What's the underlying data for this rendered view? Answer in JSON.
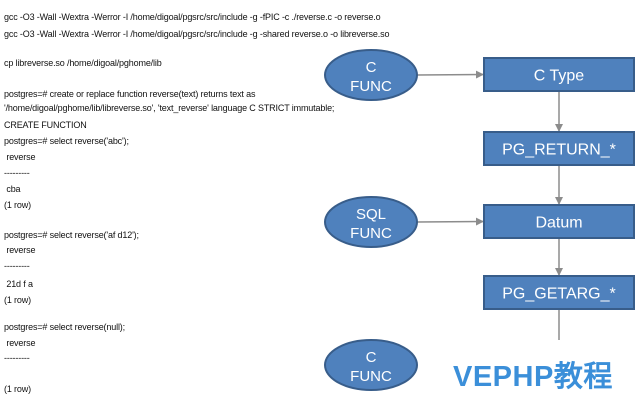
{
  "code": {
    "lines": [
      "gcc -O3 -Wall -Wextra -Werror -I /home/digoal/pgsrc/src/include -g -fPIC -c ./reverse.c -o reverse.o",
      "gcc -O3 -Wall -Wextra -Werror -I /home/digoal/pgsrc/src/include -g -shared reverse.o -o libreverse.so",
      "cp libreverse.so /home/digoal/pghome/lib",
      "postgres=# create or replace function reverse(text) returns text as",
      "'/home/digoal/pghome/lib/libreverse.so', 'text_reverse' language C STRICT immutable;",
      "CREATE FUNCTION",
      "postgres=# select reverse('abc');",
      " reverse",
      "---------",
      " cba",
      "(1 row)",
      "postgres=# select reverse('af d12');",
      " reverse",
      "---------",
      " 21d f a",
      "(1 row)",
      "postgres=# select reverse(null);",
      " reverse",
      "---------",
      "(1 row)"
    ]
  },
  "diagram": {
    "boxes": [
      {
        "label": "C Type"
      },
      {
        "label": "PG_RETURN_*"
      },
      {
        "label": "Datum"
      },
      {
        "label": "PG_GETARG_*"
      }
    ],
    "ellipses": [
      {
        "line1": "C",
        "line2": "FUNC"
      },
      {
        "line1": "SQL",
        "line2": "FUNC"
      },
      {
        "line1": "C",
        "line2": "FUNC"
      }
    ],
    "colors": {
      "box_fill": "#4f81bd",
      "box_stroke": "#385d8a",
      "ellipse_fill": "#4f81bd",
      "ellipse_stroke": "#385d8a",
      "arrow": "#8c8c8c",
      "text": "#ffffff",
      "code_text": "#111111"
    }
  },
  "watermark": {
    "text": "VEPHP教程",
    "color": "#3b8fd9"
  }
}
